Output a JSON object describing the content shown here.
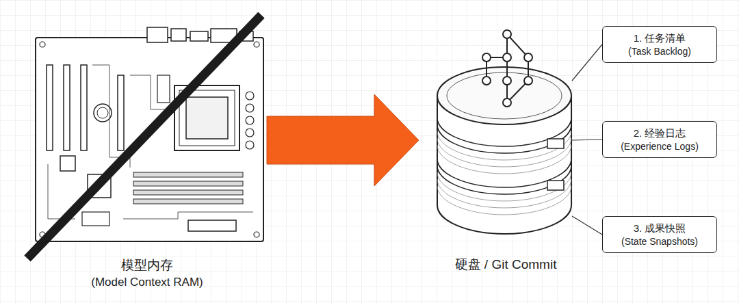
{
  "diagram": {
    "nodes": [
      {
        "text": [
          "模型内存",
          "(Model Context RAM)"
        ]
      },
      {
        "text": [
          "硬盘 / Git Commit"
        ]
      },
      {
        "text": [
          "1. 任务清单",
          "(Task Backlog)"
        ]
      },
      {
        "text": [
          "2. 经验日志",
          "(Experience Logs)"
        ]
      },
      {
        "text": [
          "3. 成果快照",
          "(State Snapshots)"
        ]
      }
    ],
    "edges": [
      {
        "from": 0,
        "to": 1,
        "arrow": "to"
      },
      {
        "from": 2,
        "to": 1,
        "arrow": "none"
      },
      {
        "from": 3,
        "to": 1,
        "arrow": "none"
      },
      {
        "from": 4,
        "to": 1,
        "arrow": "none"
      }
    ]
  }
}
